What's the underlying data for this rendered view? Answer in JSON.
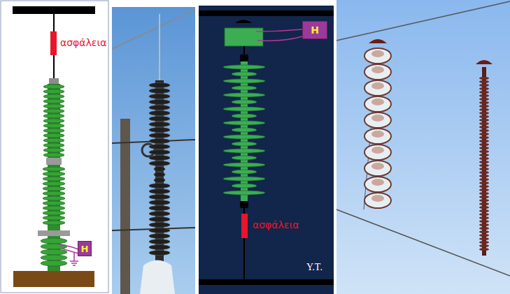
{
  "diagram": {
    "nodes": [
      {
        "text": [
          "H"
        ]
      },
      {
        "text": [
          "H"
        ]
      }
    ],
    "labels": [
      "ασφάλεια",
      "ασφάλεια",
      "Υ.Τ."
    ]
  }
}
